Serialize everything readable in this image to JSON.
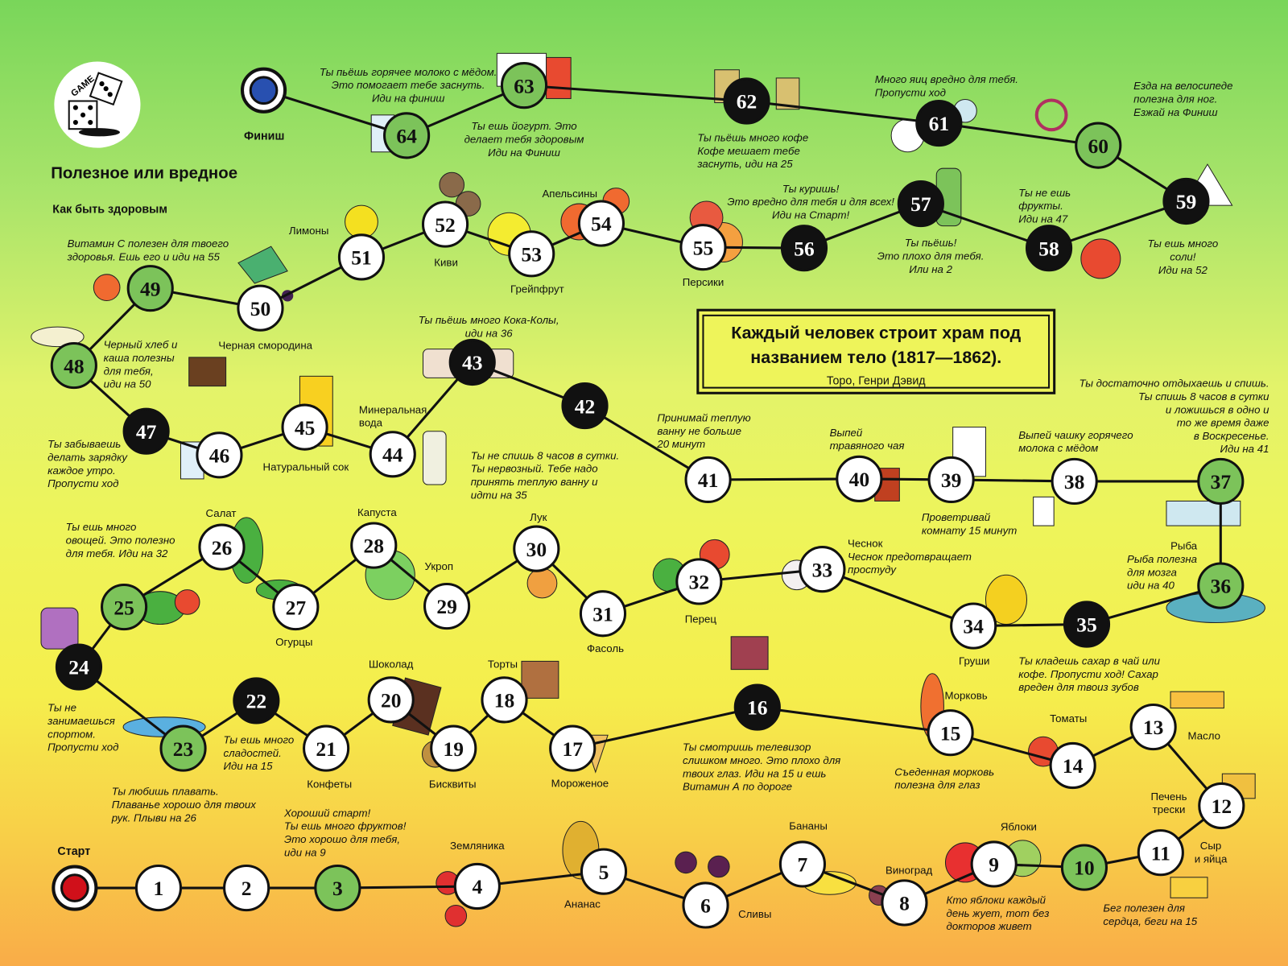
{
  "title": "Полезное или вредное",
  "subtitle": "Как быть здоровым",
  "logo_text": "GAME",
  "start_label": "Старт",
  "finish_label": "Финиш",
  "quote": {
    "text_line1": "Каждый человек строит храм под",
    "text_line2": "названием тело (1817—1862).",
    "author": "Торо, Генри Дэвид"
  },
  "colors": {
    "white": "#ffffff",
    "good": "#7cc35a",
    "bad": "#111111",
    "start": "#d0101a",
    "finish": "#2850b0"
  },
  "cells": [
    {
      "n": 1,
      "type": "white"
    },
    {
      "n": 2,
      "type": "white"
    },
    {
      "n": 3,
      "type": "good"
    },
    {
      "n": 4,
      "type": "white"
    },
    {
      "n": 5,
      "type": "white"
    },
    {
      "n": 6,
      "type": "white"
    },
    {
      "n": 7,
      "type": "white"
    },
    {
      "n": 8,
      "type": "white"
    },
    {
      "n": 9,
      "type": "white"
    },
    {
      "n": 10,
      "type": "good"
    },
    {
      "n": 11,
      "type": "white"
    },
    {
      "n": 12,
      "type": "white"
    },
    {
      "n": 13,
      "type": "white"
    },
    {
      "n": 14,
      "type": "white"
    },
    {
      "n": 15,
      "type": "white"
    },
    {
      "n": 16,
      "type": "bad"
    },
    {
      "n": 17,
      "type": "white"
    },
    {
      "n": 18,
      "type": "white"
    },
    {
      "n": 19,
      "type": "white"
    },
    {
      "n": 20,
      "type": "white"
    },
    {
      "n": 21,
      "type": "white"
    },
    {
      "n": 22,
      "type": "bad"
    },
    {
      "n": 23,
      "type": "good"
    },
    {
      "n": 24,
      "type": "bad"
    },
    {
      "n": 25,
      "type": "good"
    },
    {
      "n": 26,
      "type": "white"
    },
    {
      "n": 27,
      "type": "white"
    },
    {
      "n": 28,
      "type": "white"
    },
    {
      "n": 29,
      "type": "white"
    },
    {
      "n": 30,
      "type": "white"
    },
    {
      "n": 31,
      "type": "white"
    },
    {
      "n": 32,
      "type": "white"
    },
    {
      "n": 33,
      "type": "white"
    },
    {
      "n": 34,
      "type": "white"
    },
    {
      "n": 35,
      "type": "bad"
    },
    {
      "n": 36,
      "type": "good"
    },
    {
      "n": 37,
      "type": "good"
    },
    {
      "n": 38,
      "type": "white"
    },
    {
      "n": 39,
      "type": "white"
    },
    {
      "n": 40,
      "type": "white"
    },
    {
      "n": 41,
      "type": "white"
    },
    {
      "n": 42,
      "type": "bad"
    },
    {
      "n": 43,
      "type": "bad"
    },
    {
      "n": 44,
      "type": "white"
    },
    {
      "n": 45,
      "type": "white"
    },
    {
      "n": 46,
      "type": "white"
    },
    {
      "n": 47,
      "type": "bad"
    },
    {
      "n": 48,
      "type": "good"
    },
    {
      "n": 49,
      "type": "good"
    },
    {
      "n": 50,
      "type": "white"
    },
    {
      "n": 51,
      "type": "white"
    },
    {
      "n": 52,
      "type": "white"
    },
    {
      "n": 53,
      "type": "white"
    },
    {
      "n": 54,
      "type": "white"
    },
    {
      "n": 55,
      "type": "white"
    },
    {
      "n": 56,
      "type": "bad"
    },
    {
      "n": 57,
      "type": "bad"
    },
    {
      "n": 58,
      "type": "bad"
    },
    {
      "n": 59,
      "type": "bad"
    },
    {
      "n": 60,
      "type": "good"
    },
    {
      "n": 61,
      "type": "bad"
    },
    {
      "n": 62,
      "type": "bad"
    },
    {
      "n": 63,
      "type": "good"
    },
    {
      "n": 64,
      "type": "good"
    }
  ],
  "labels": {
    "l63a": "Ты пьёшь горячее молоко с мёдом.",
    "l63b": "Это помогает тебе заснуть.",
    "l63c": "Иди на финиш",
    "l63d": "Ты ешь йогурт. Это",
    "l63e": "делает тебя здоровым",
    "l63f": "Иди на Финиш",
    "l62a": "Ты пьёшь много кофе",
    "l62b": "Кофе мешает тебе",
    "l62c": "заснуть, иди на 25",
    "l61a": "Много яиц вредно для тебя.",
    "l61b": "Пропусти ход",
    "l60a": "Езда на велосипеде",
    "l60b": "полезна для ног.",
    "l60c": "Езжай на Финиш",
    "l59a": "Ты ешь много",
    "l59b": "соли!",
    "l59c": "Иди на 52",
    "l58a": "Ты не ешь",
    "l58b": "фрукты.",
    "l58c": "Иди на 47",
    "l57a": "Ты пьёшь!",
    "l57b": "Это плохо для тебя.",
    "l57c": "Или на 2",
    "l56a": "Ты куришь!",
    "l56b": "Это вредно для тебя и для всех!",
    "l56c": "Иди на Старт!",
    "peaches": "Персики",
    "oranges": "Апельсины",
    "grapefruit": "Грейпфрут",
    "kiwi": "Киви",
    "lemons": "Лимоны",
    "l49a": "Витамин С полезен для твоего",
    "l49b": "здоровья. Ешь его и иди на 55",
    "blackcurrant": "Черная смородина",
    "l48a": "Черный хлеб и",
    "l48b": "каша полезны",
    "l48c": "для тебя,",
    "l48d": "иди на 50",
    "l43a": "Ты пьёшь много Кока-Колы,",
    "l43b": "иди на 36",
    "water1": "Минеральная",
    "water2": "вода",
    "juice": "Натуральный сок",
    "l47a": "Ты забываешь",
    "l47b": "делать зарядку",
    "l47c": "каждое утро.",
    "l47d": "Пропусти ход",
    "l42a": "Ты не спишь 8 часов в сутки.",
    "l42b": "Ты нервозный. Тебе надо",
    "l42c": "принять теплую ванну и",
    "l42d": "идти на 35",
    "l41a": "Принимай теплую",
    "l41b": "ванну не больше",
    "l41c": "20 минут",
    "l40a": "Выпей",
    "l40b": "травяного чая",
    "l37a": "Ты достаточно отдыхаешь и спишь.",
    "l37b": "Ты спишь 8 часов в сутки",
    "l37c": "и ложишься в одно и",
    "l37d": "то же время даже",
    "l37e": "в Воскресенье.",
    "l37f": "Иди на 41",
    "l38a": "Выпей чашку горячего",
    "l38b": "молока с мёдом",
    "l39a": "Проветривай",
    "l39b": "комнату 15 минут",
    "fish": "Рыба",
    "l36a": "Рыба полезна",
    "l36b": "для мозга",
    "l36c": "иди на 40",
    "garlic": "Чеснок",
    "l33a": "Чеснок предотвращает",
    "l33b": "простуду",
    "pepper": "Перец",
    "beans": "Фасоль",
    "onion": "Лук",
    "dill": "Укроп",
    "cabbage": "Капуста",
    "salad": "Салат",
    "cucumbers": "Огурцы",
    "l25a": "Ты ешь много",
    "l25b": "овощей. Это полезно",
    "l25c": "для тебя. Иди на 32",
    "pears": "Груши",
    "l35a": "Ты кладешь сахар в чай или",
    "l35b": "кофе. Пропусти ход! Сахар",
    "l35c": "вреден для твоиз зубов",
    "carrot": "Морковь",
    "tomatoes": "Томаты",
    "butter": "Масло",
    "l15a": "Съеденная морковь",
    "l15b": "полезна для глаз",
    "l16a": "Ты смотришь телевизор",
    "l16b": "слишком много. Это плохо для",
    "l16c": "твоих глаз. Иди на 15 и ешь",
    "l16d": "Витамин А по дороге",
    "icecream": "Мороженое",
    "cakes": "Торты",
    "chocolate": "Шоколад",
    "biscuits": "Бисквиты",
    "candies": "Конфеты",
    "l22a": "Ты ешь много",
    "l22b": "сладостей.",
    "l22c": "Иди на 15",
    "l24a": "Ты не",
    "l24b": "занимаешься",
    "l24c": "спортом.",
    "l24d": "Пропусти ход",
    "l23a": "Ты любишь плавать.",
    "l23b": "Плаванье хорошо для твоих",
    "l23c": "рук. Плыви на 26",
    "l3a": "Хороший старт!",
    "l3b": "Ты ешь много фруктов!",
    "l3c": "Это хорошо для тебя,",
    "l3d": "иди на 9",
    "strawberry": "Земляника",
    "pineapple": "Ананас",
    "plums": "Сливы",
    "bananas": "Бананы",
    "grapes": "Виноград",
    "apples": "Яблоки",
    "l9a": "Кто яблоки каждый",
    "l9b": "день жует, тот без",
    "l9c": "докторов живет",
    "liver1": "Печень",
    "liver2": "трески",
    "cheese1": "Сыр",
    "cheese2": "и яйца",
    "l10a": "Бег полезен для",
    "l10b": "сердца, беги на 15"
  }
}
